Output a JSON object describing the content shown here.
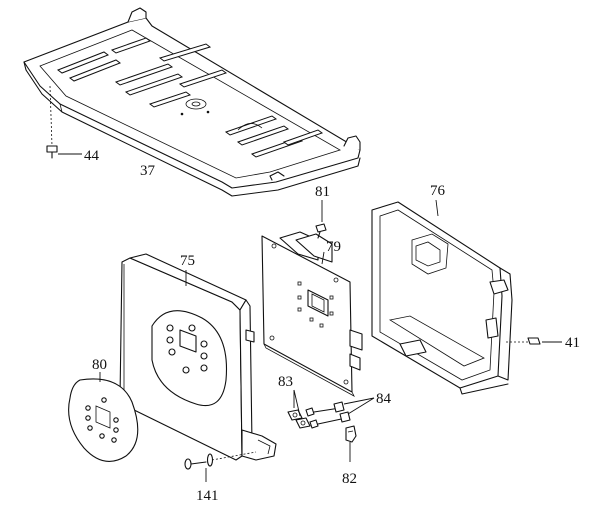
{
  "parts": [
    {
      "id": "p37",
      "label": "37"
    },
    {
      "id": "p44",
      "label": "44"
    },
    {
      "id": "p81",
      "label": "81"
    },
    {
      "id": "p76",
      "label": "76"
    },
    {
      "id": "p79",
      "label": "79"
    },
    {
      "id": "p75",
      "label": "75"
    },
    {
      "id": "p41",
      "label": "41"
    },
    {
      "id": "p80",
      "label": "80"
    },
    {
      "id": "p83",
      "label": "83"
    },
    {
      "id": "p84",
      "label": "84"
    },
    {
      "id": "p82",
      "label": "82"
    },
    {
      "id": "p141",
      "label": "141"
    }
  ]
}
